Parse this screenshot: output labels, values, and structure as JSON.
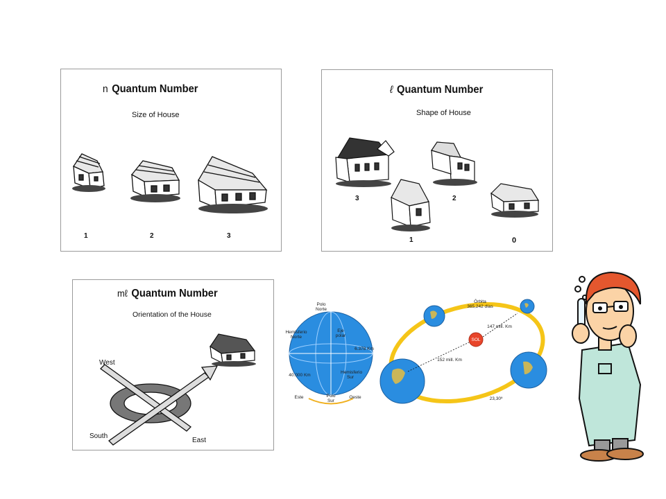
{
  "panel_n": {
    "prefix": "n",
    "title": "Quantum Number",
    "subtitle": "Size of House",
    "labels": [
      "1",
      "2",
      "3"
    ]
  },
  "panel_l": {
    "prefix": "ℓ",
    "title": "Quantum Number",
    "subtitle": "Shape of House",
    "labels": [
      "3",
      "2",
      "1",
      "0"
    ]
  },
  "panel_m": {
    "prefix": "mℓ",
    "title": "Quantum Number",
    "subtitle": "Orientation of the House",
    "directions": [
      "West",
      "South",
      "East"
    ]
  },
  "globe": {
    "polo_norte": "Polo Norte",
    "eje_polar": "Eje polar",
    "hemisferio_norte": "Hemisferio Norte",
    "radius": "6.378 Km",
    "circumference": "40.000 Km",
    "hemisferio_sur": "Hemisferio Sur",
    "este": "Este",
    "polo_sur": "Polo Sur",
    "oeste": "Oeste"
  },
  "orbit": {
    "orbita": "Órbita 365,242 días",
    "far": "147 mill. Km",
    "near": "152 mill. Km",
    "sol": "SOL",
    "tilt": "23,30º"
  },
  "colors": {
    "orbit": "#f5c518",
    "ocean": "#2a8de0",
    "land": "#c9b659",
    "sun": "#e8452a",
    "coat": "#bfe6da",
    "hair": "#e4572e"
  }
}
